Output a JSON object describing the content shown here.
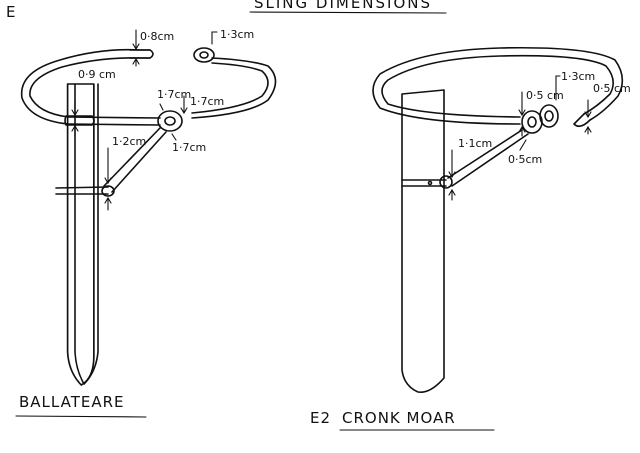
{
  "page": {
    "corner_letter": "E",
    "title": "SLING DIMENSIONS"
  },
  "left": {
    "caption": "BALLATEARE",
    "dims": {
      "loop_end": "0·8cm",
      "ring": "1·3cm",
      "strap_width": "0·9 cm",
      "ring_left": "1·7cm",
      "ring_right": "1·7cm",
      "ring_lower": "1·7cm",
      "diagonal": "1·2cm"
    }
  },
  "right": {
    "caption_prefix": "E2",
    "caption": "CRONK  MOAR",
    "dims": {
      "strap_top": "0·5 cm",
      "ring": "1·3cm",
      "loop_end": "0·5 cm",
      "diagonal": "1·1cm",
      "ring_lower": "0·5cm"
    }
  },
  "colors": {
    "ink": "#111111",
    "paper": "#ffffff"
  }
}
